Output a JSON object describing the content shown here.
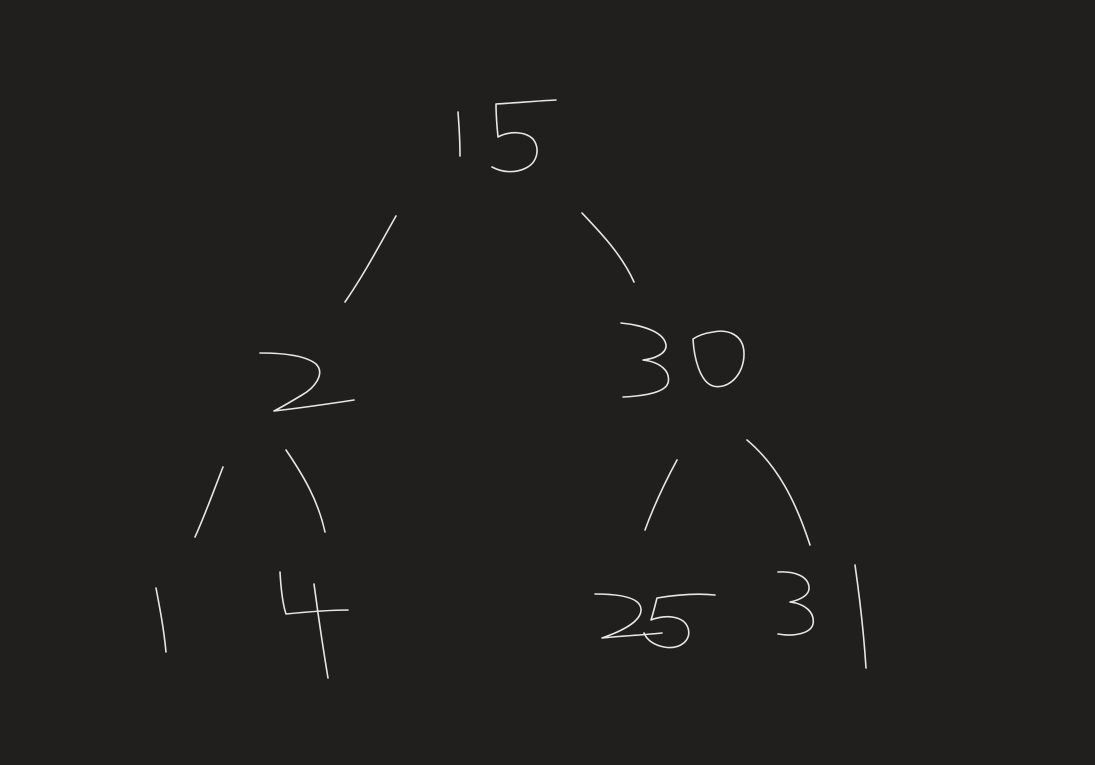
{
  "diagram": {
    "type": "binary-tree",
    "stroke_color": "#e6e6e6",
    "background_color": "#201f1d",
    "nodes": [
      {
        "id": "n15",
        "label": "15",
        "children": [
          "n2",
          "n30"
        ]
      },
      {
        "id": "n2",
        "label": "2",
        "children": [
          "n1",
          "n4"
        ]
      },
      {
        "id": "n30",
        "label": "30",
        "children": [
          "n25",
          "n31"
        ]
      },
      {
        "id": "n1",
        "label": "1",
        "children": []
      },
      {
        "id": "n4",
        "label": "4",
        "children": []
      },
      {
        "id": "n25",
        "label": "25",
        "children": []
      },
      {
        "id": "n31",
        "label": "31",
        "children": []
      }
    ],
    "edges": [
      {
        "from": "n15",
        "to": "n2"
      },
      {
        "from": "n15",
        "to": "n30"
      },
      {
        "from": "n2",
        "to": "n1"
      },
      {
        "from": "n2",
        "to": "n4"
      },
      {
        "from": "n30",
        "to": "n25"
      },
      {
        "from": "n30",
        "to": "n31"
      }
    ]
  }
}
